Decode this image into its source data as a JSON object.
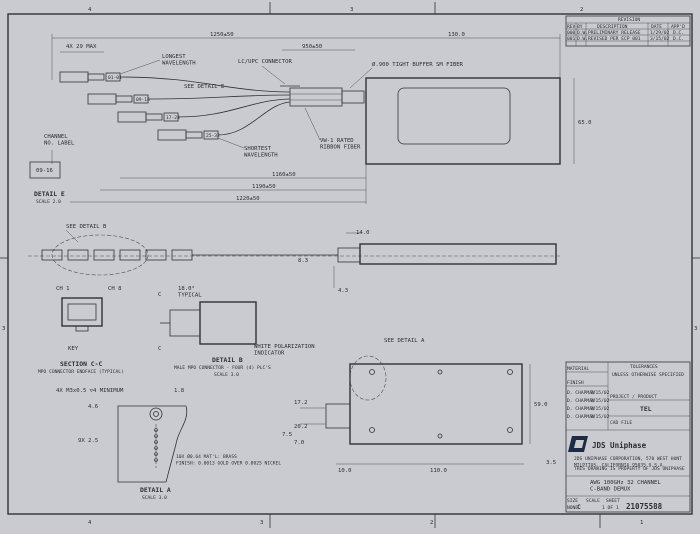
{
  "border": {
    "top_zones": [
      "4",
      "3",
      "2"
    ],
    "bottom_zones": [
      "4",
      "3",
      "2",
      "1"
    ],
    "left_zones": [
      "3"
    ],
    "right_zones": [
      "3"
    ]
  },
  "revision_block": {
    "title": "REVISION",
    "headers": [
      "REV",
      "BY",
      "DESCRIPTION",
      "DATE",
      "APP'D"
    ],
    "rows": [
      [
        "000",
        "D.W.",
        "PRELIMINARY RELEASE",
        "1/29/02",
        "D.C."
      ],
      [
        "001",
        "D.W.",
        "REVISED PER ECP 001",
        "3/15/02",
        "D.C."
      ]
    ]
  },
  "top_view": {
    "dim_overall": "1250±50",
    "dim_130": "130.0",
    "dim_4x29": "4X 29 MAX",
    "dim_950": "950±50",
    "label_longest": "LONGEST\nWAVELENGTH",
    "label_connector": "LC/UPC CONNECTOR",
    "label_detail_e": "SEE DETAIL  E",
    "label_fiber": "Ø.900 TIGHT BUFFER SM FIBER",
    "label_shortest": "SHORTEST\nWAVELENGTH",
    "label_ribbon": "VW-1 RATED\nRIBBON FIBER",
    "dim_65": "65.0",
    "dim_1160": "1160±50",
    "dim_1190": "1190±50",
    "dim_1220": "1220±50",
    "tags": [
      "01-01",
      "09-16",
      "17-24",
      "25-32"
    ]
  },
  "detail_e": {
    "title": "DETAIL E",
    "scale": "SCALE  2.0",
    "label_channel": "CHANNEL\nNO. LABEL",
    "tag": "09-16"
  },
  "side_view": {
    "label_detail_b": "SEE DETAIL  B",
    "dim_14": "14.0",
    "dim_8_3": "8.3",
    "dim_4_3": "4.3"
  },
  "section_cc": {
    "ch1": "CH 1",
    "ch8": "CH 8",
    "key": "KEY",
    "title": "SECTION C-C",
    "caption": "MPO CONNECTOR ENDFACE (TYPICAL)"
  },
  "detail_b": {
    "typical": "18.0°\nTYPICAL",
    "polarization": "WHITE POLARIZATION\nINDICATOR",
    "title": "DETAIL B",
    "caption": "MALE MPO CONNECTOR - FOUR (4) PLC'S",
    "scale": "SCALE  3.0",
    "c": "C"
  },
  "bottom_view": {
    "label_detail_a": "SEE DETAIL  A",
    "dims": [
      "17.2",
      "20.2",
      "7.5",
      "7.0",
      "59.0",
      "10.0",
      "110.0",
      "3.5"
    ]
  },
  "detail_a": {
    "label_m3": "4X M3x0.5 ▽4 MINIMUM",
    "dims": [
      "1.8",
      "4.6",
      "9X 2.5"
    ],
    "pins": "10X Ø0.64  MAT'L: BRASS\nFINISH: 0.0013 GOLD OVER 0.0025 NICKEL",
    "title": "DETAIL A",
    "scale": "SCALE  3.0"
  },
  "title_block": {
    "material": "MATERIAL",
    "finish": "FINISH",
    "tolerances": "TOLERANCES",
    "tol_note": "UNLESS OTHERWISE SPECIFIED",
    "project_label": "PROJECT / PRODUCT",
    "project": "TEL",
    "cad_file": "CAD FILE",
    "drawn_names": [
      "D. CHAPMAN",
      "D. CHAPMAN",
      "D. CHAPMAN",
      "D. CHAPMAN"
    ],
    "drawn_dates": [
      "3/15/02",
      "3/15/02",
      "3/15/02",
      "3/15/02"
    ],
    "company": "JDS Uniphase",
    "address": "JDS UNIPHASE CORPORATION, 570 WEST HUNT\nMILPITAS, CALIFORNIA 95035  U.S.A.",
    "notice": "THIS DRAWING IS PROPERTY OF JDS UNIPHASE",
    "drawing_title": "AWG 100GHz 32 CHANNEL\nC-BAND DEMUX",
    "size_label": "SIZE",
    "size": "C",
    "scale_label": "SCALE",
    "scale": "NONE",
    "sheet_label": "SHEET",
    "sheet": "1 OF 1",
    "dwg_no": "21075588"
  },
  "colors": {
    "paper": "#c9cbd0",
    "ink": "#2f3238",
    "logo": "#1f2a44"
  }
}
